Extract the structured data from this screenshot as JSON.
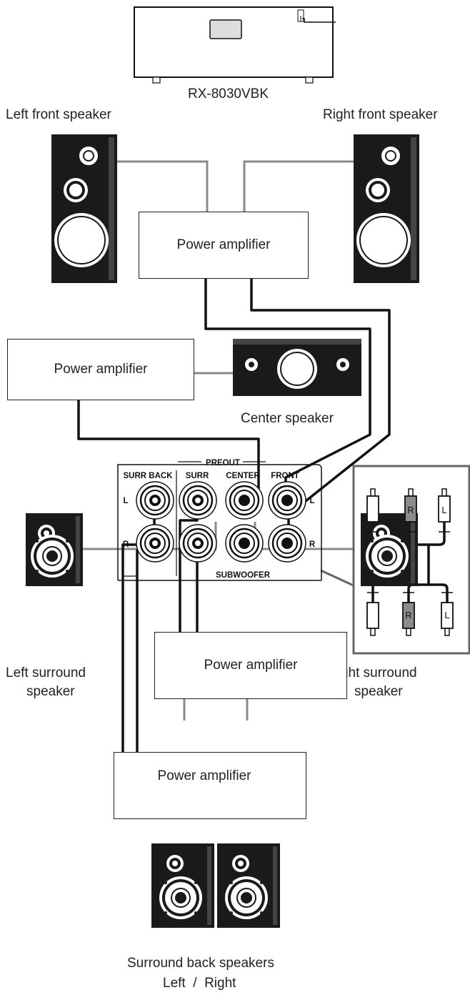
{
  "receiver": {
    "model": "RX-8030VBK"
  },
  "speakers": {
    "front_left": "Left front speaker",
    "front_right": "Right front speaker",
    "center": "Center speaker",
    "surround_left": [
      "Left surround",
      "speaker"
    ],
    "surround_right": [
      "Right surround",
      "speaker"
    ],
    "surround_back": "Surround back speakers",
    "surround_back_sides": "Left  /  Right"
  },
  "amplifiers": {
    "front": "Power amplifier",
    "center": "Power amplifier",
    "surround": "Power amplifier",
    "surround_back": "Power amplifier"
  },
  "preout_panel": {
    "title": "PREOUT",
    "columns": [
      "SURR BACK",
      "SURR",
      "CENTER",
      "FRONT"
    ],
    "row_left": "L",
    "row_right": "R",
    "subwoofer": "SUBWOOFER"
  },
  "cable_inset": {
    "plug_labels": [
      "R",
      "L",
      "R",
      "L"
    ]
  },
  "colors": {
    "ink": "#111111",
    "speaker_body": "#1a1a1a",
    "wire_gray": "#8a8a8a",
    "inset_border": "#666666",
    "plug_gray": "#8c8c8c"
  }
}
